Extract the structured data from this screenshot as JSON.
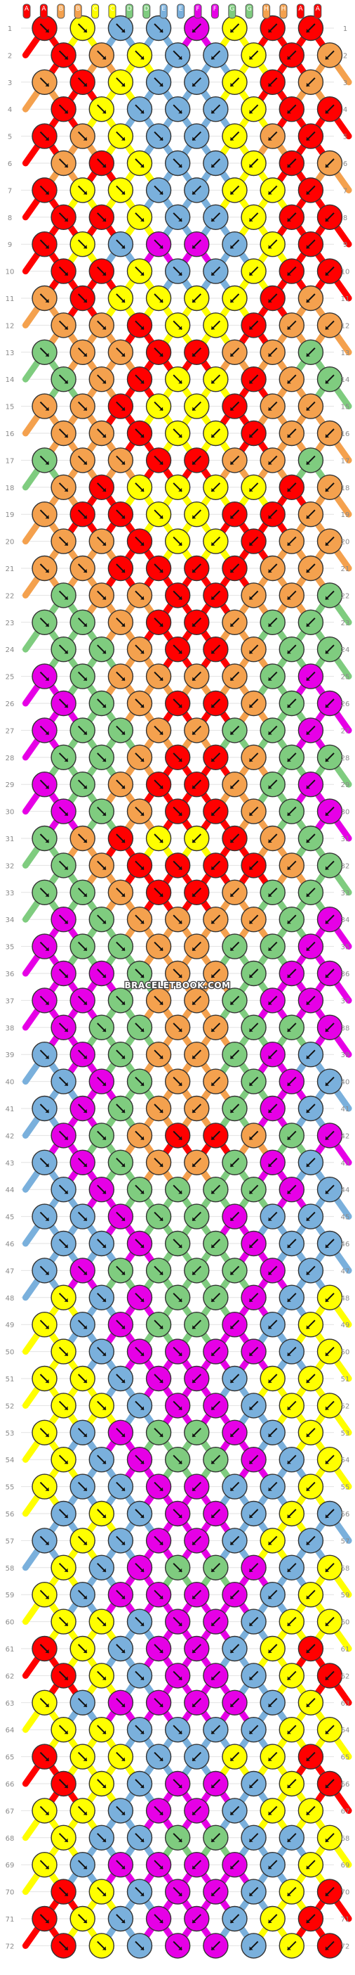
{
  "pattern": {
    "watermark": "BRACELETBOOK.COM",
    "rows": 72,
    "strings_top": [
      "A",
      "A",
      "B",
      "B",
      "C",
      "C",
      "D",
      "D",
      "E",
      "E",
      "F",
      "F",
      "G",
      "G",
      "H",
      "H",
      "A",
      "A"
    ],
    "colors": {
      "A": "#ff0000",
      "B": "#f4a14e",
      "C": "#ffff00",
      "D": "#7fcc7f",
      "E": "#7ab0dc",
      "F": "#e600e6",
      "G": "#7fcc7f",
      "H": "#f4a14e"
    },
    "knot_color_rows": [
      [
        "A",
        "C",
        "E",
        "E",
        "F",
        "C",
        "A",
        "A"
      ],
      [
        "A",
        "B",
        "C",
        "E",
        "E",
        "C",
        "A",
        "B"
      ],
      [
        "B",
        "A",
        "C",
        "E",
        "E",
        "C",
        "A",
        "B"
      ],
      [
        "A",
        "C",
        "E",
        "E",
        "E",
        "C",
        "A",
        "A"
      ],
      [
        "A",
        "B",
        "C",
        "E",
        "E",
        "C",
        "B",
        "A"
      ],
      [
        "B",
        "A",
        "C",
        "E",
        "E",
        "C",
        "A",
        "B"
      ],
      [
        "A",
        "C",
        "C",
        "E",
        "E",
        "C",
        "C",
        "A"
      ],
      [
        "A",
        "A",
        "C",
        "E",
        "E",
        "C",
        "A",
        "A"
      ],
      [
        "A",
        "C",
        "E",
        "F",
        "F",
        "E",
        "C",
        "A"
      ],
      [
        "A",
        "A",
        "C",
        "E",
        "E",
        "C",
        "A",
        "A"
      ],
      [
        "B",
        "A",
        "C",
        "C",
        "C",
        "C",
        "A",
        "B"
      ],
      [
        "B",
        "B",
        "A",
        "C",
        "C",
        "A",
        "B",
        "B"
      ],
      [
        "D",
        "B",
        "B",
        "A",
        "A",
        "B",
        "B",
        "D"
      ],
      [
        "D",
        "B",
        "A",
        "C",
        "C",
        "A",
        "B",
        "D"
      ],
      [
        "B",
        "B",
        "A",
        "C",
        "C",
        "A",
        "B",
        "B"
      ],
      [
        "B",
        "B",
        "A",
        "C",
        "C",
        "A",
        "B",
        "B"
      ],
      [
        "D",
        "B",
        "B",
        "A",
        "A",
        "B",
        "B",
        "D"
      ],
      [
        "B",
        "A",
        "C",
        "C",
        "C",
        "C",
        "A",
        "B"
      ],
      [
        "B",
        "A",
        "A",
        "C",
        "C",
        "A",
        "A",
        "B"
      ],
      [
        "B",
        "B",
        "A",
        "C",
        "C",
        "A",
        "B",
        "B"
      ],
      [
        "B",
        "B",
        "A",
        "A",
        "A",
        "A",
        "B",
        "B"
      ],
      [
        "D",
        "B",
        "B",
        "A",
        "A",
        "B",
        "B",
        "D"
      ],
      [
        "D",
        "D",
        "B",
        "A",
        "A",
        "B",
        "D",
        "D"
      ],
      [
        "D",
        "D",
        "B",
        "A",
        "A",
        "B",
        "D",
        "D"
      ],
      [
        "F",
        "D",
        "B",
        "B",
        "B",
        "B",
        "D",
        "F"
      ],
      [
        "F",
        "D",
        "B",
        "A",
        "A",
        "B",
        "D",
        "F"
      ],
      [
        "F",
        "D",
        "D",
        "B",
        "B",
        "D",
        "D",
        "F"
      ],
      [
        "D",
        "D",
        "B",
        "A",
        "A",
        "B",
        "D",
        "D"
      ],
      [
        "F",
        "D",
        "B",
        "A",
        "A",
        "B",
        "D",
        "F"
      ],
      [
        "F",
        "D",
        "B",
        "A",
        "A",
        "B",
        "D",
        "F"
      ],
      [
        "D",
        "B",
        "A",
        "C",
        "C",
        "A",
        "B",
        "D"
      ],
      [
        "D",
        "B",
        "A",
        "A",
        "A",
        "A",
        "B",
        "D"
      ],
      [
        "D",
        "D",
        "B",
        "A",
        "A",
        "B",
        "D",
        "D"
      ],
      [
        "F",
        "D",
        "B",
        "B",
        "B",
        "B",
        "D",
        "F"
      ],
      [
        "F",
        "D",
        "D",
        "B",
        "B",
        "D",
        "D",
        "F"
      ],
      [
        "F",
        "F",
        "D",
        "B",
        "B",
        "D",
        "F",
        "F"
      ],
      [
        "F",
        "F",
        "D",
        "B",
        "B",
        "D",
        "F",
        "F"
      ],
      [
        "F",
        "D",
        "D",
        "B",
        "B",
        "D",
        "D",
        "F"
      ],
      [
        "E",
        "F",
        "D",
        "B",
        "B",
        "D",
        "F",
        "E"
      ],
      [
        "E",
        "F",
        "D",
        "B",
        "B",
        "D",
        "F",
        "E"
      ],
      [
        "E",
        "F",
        "D",
        "B",
        "B",
        "D",
        "F",
        "E"
      ],
      [
        "F",
        "D",
        "B",
        "A",
        "A",
        "B",
        "D",
        "F"
      ],
      [
        "E",
        "F",
        "D",
        "B",
        "B",
        "D",
        "F",
        "E"
      ],
      [
        "E",
        "F",
        "D",
        "D",
        "D",
        "D",
        "F",
        "E"
      ],
      [
        "E",
        "E",
        "F",
        "D",
        "D",
        "F",
        "E",
        "E"
      ],
      [
        "E",
        "E",
        "F",
        "D",
        "D",
        "F",
        "E",
        "E"
      ],
      [
        "E",
        "F",
        "D",
        "D",
        "D",
        "D",
        "F",
        "E"
      ],
      [
        "C",
        "E",
        "F",
        "D",
        "D",
        "F",
        "E",
        "C"
      ],
      [
        "C",
        "E",
        "F",
        "D",
        "D",
        "F",
        "E",
        "C"
      ],
      [
        "C",
        "E",
        "F",
        "F",
        "F",
        "F",
        "E",
        "C"
      ],
      [
        "C",
        "C",
        "E",
        "F",
        "F",
        "E",
        "C",
        "C"
      ],
      [
        "C",
        "C",
        "E",
        "F",
        "F",
        "E",
        "C",
        "C"
      ],
      [
        "C",
        "E",
        "F",
        "D",
        "D",
        "F",
        "E",
        "C"
      ],
      [
        "C",
        "E",
        "F",
        "D",
        "D",
        "F",
        "E",
        "C"
      ],
      [
        "C",
        "E",
        "E",
        "F",
        "F",
        "E",
        "E",
        "C"
      ],
      [
        "E",
        "C",
        "E",
        "F",
        "F",
        "E",
        "C",
        "E"
      ],
      [
        "E",
        "C",
        "E",
        "F",
        "F",
        "E",
        "C",
        "E"
      ],
      [
        "C",
        "E",
        "F",
        "D",
        "D",
        "F",
        "E",
        "C"
      ],
      [
        "C",
        "E",
        "F",
        "F",
        "F",
        "F",
        "E",
        "C"
      ],
      [
        "C",
        "C",
        "E",
        "F",
        "F",
        "E",
        "C",
        "C"
      ],
      [
        "A",
        "C",
        "E",
        "F",
        "F",
        "E",
        "C",
        "A"
      ],
      [
        "A",
        "C",
        "E",
        "F",
        "F",
        "E",
        "C",
        "A"
      ],
      [
        "C",
        "E",
        "F",
        "F",
        "F",
        "F",
        "E",
        "C"
      ],
      [
        "C",
        "C",
        "E",
        "E",
        "E",
        "E",
        "C",
        "C"
      ],
      [
        "A",
        "C",
        "C",
        "E",
        "E",
        "C",
        "C",
        "A"
      ],
      [
        "A",
        "C",
        "E",
        "F",
        "F",
        "E",
        "C",
        "A"
      ],
      [
        "C",
        "C",
        "E",
        "F",
        "F",
        "E",
        "C",
        "C"
      ],
      [
        "C",
        "E",
        "E",
        "D",
        "D",
        "E",
        "E",
        "C"
      ],
      [
        "C",
        "E",
        "F",
        "F",
        "F",
        "F",
        "E",
        "C"
      ],
      [
        "A",
        "C",
        "E",
        "F",
        "F",
        "E",
        "C",
        "A"
      ],
      [
        "A",
        "C",
        "E",
        "F",
        "F",
        "E",
        "C",
        "A"
      ],
      [
        "A",
        "C",
        "E",
        "F",
        "F",
        "E",
        "C",
        "A"
      ]
    ]
  }
}
